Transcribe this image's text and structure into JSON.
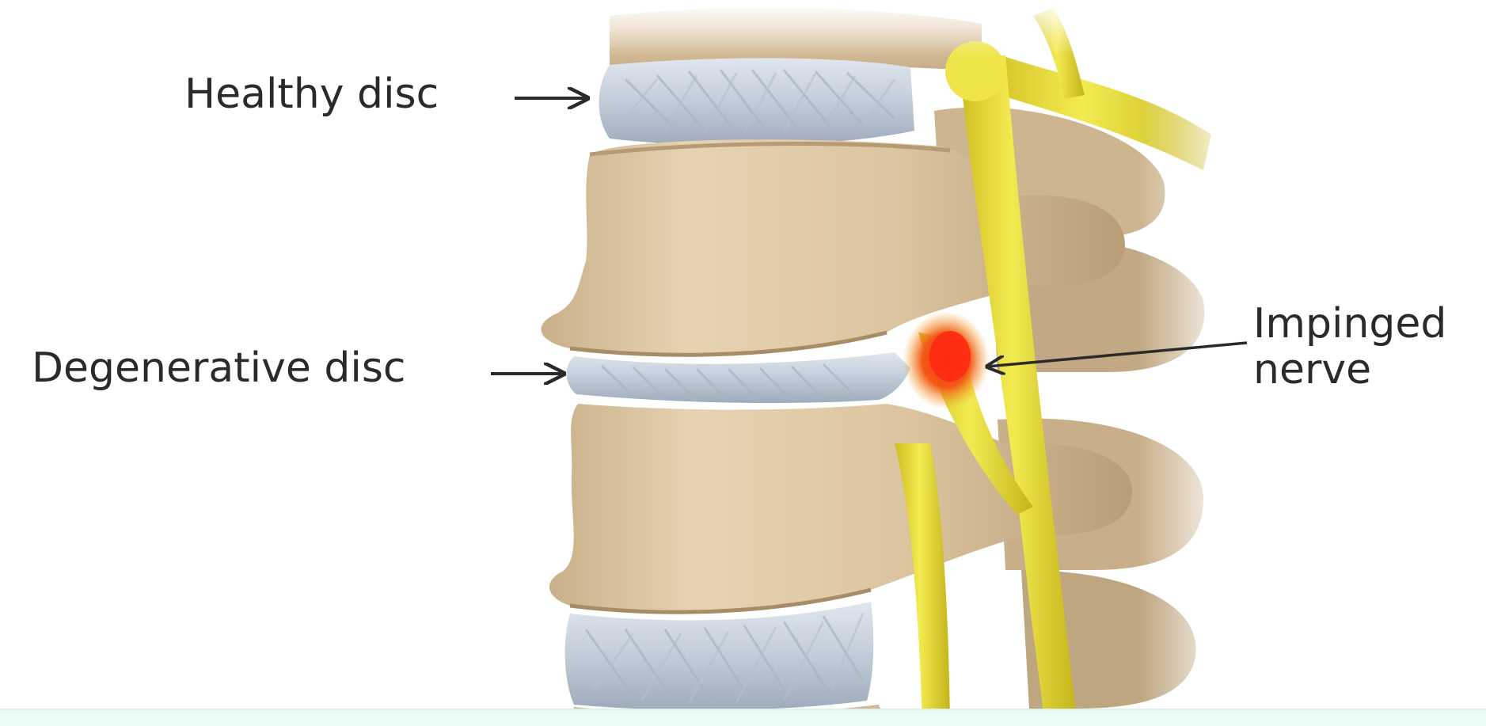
{
  "labels": {
    "healthy_disc": "Healthy disc",
    "degenerative_disc": "Degenerative disc",
    "impinged_line1": "Impinged",
    "impinged_line2": "nerve"
  },
  "colors": {
    "bone": "#e3cfac",
    "bone_shadow": "#b89c74",
    "disc": "#c9d3de",
    "nerve": "#e8dc3c",
    "inflammation": "#ef3b1c",
    "label_text": "#2a2a2a",
    "bottom_strip": "#eafaf5"
  }
}
